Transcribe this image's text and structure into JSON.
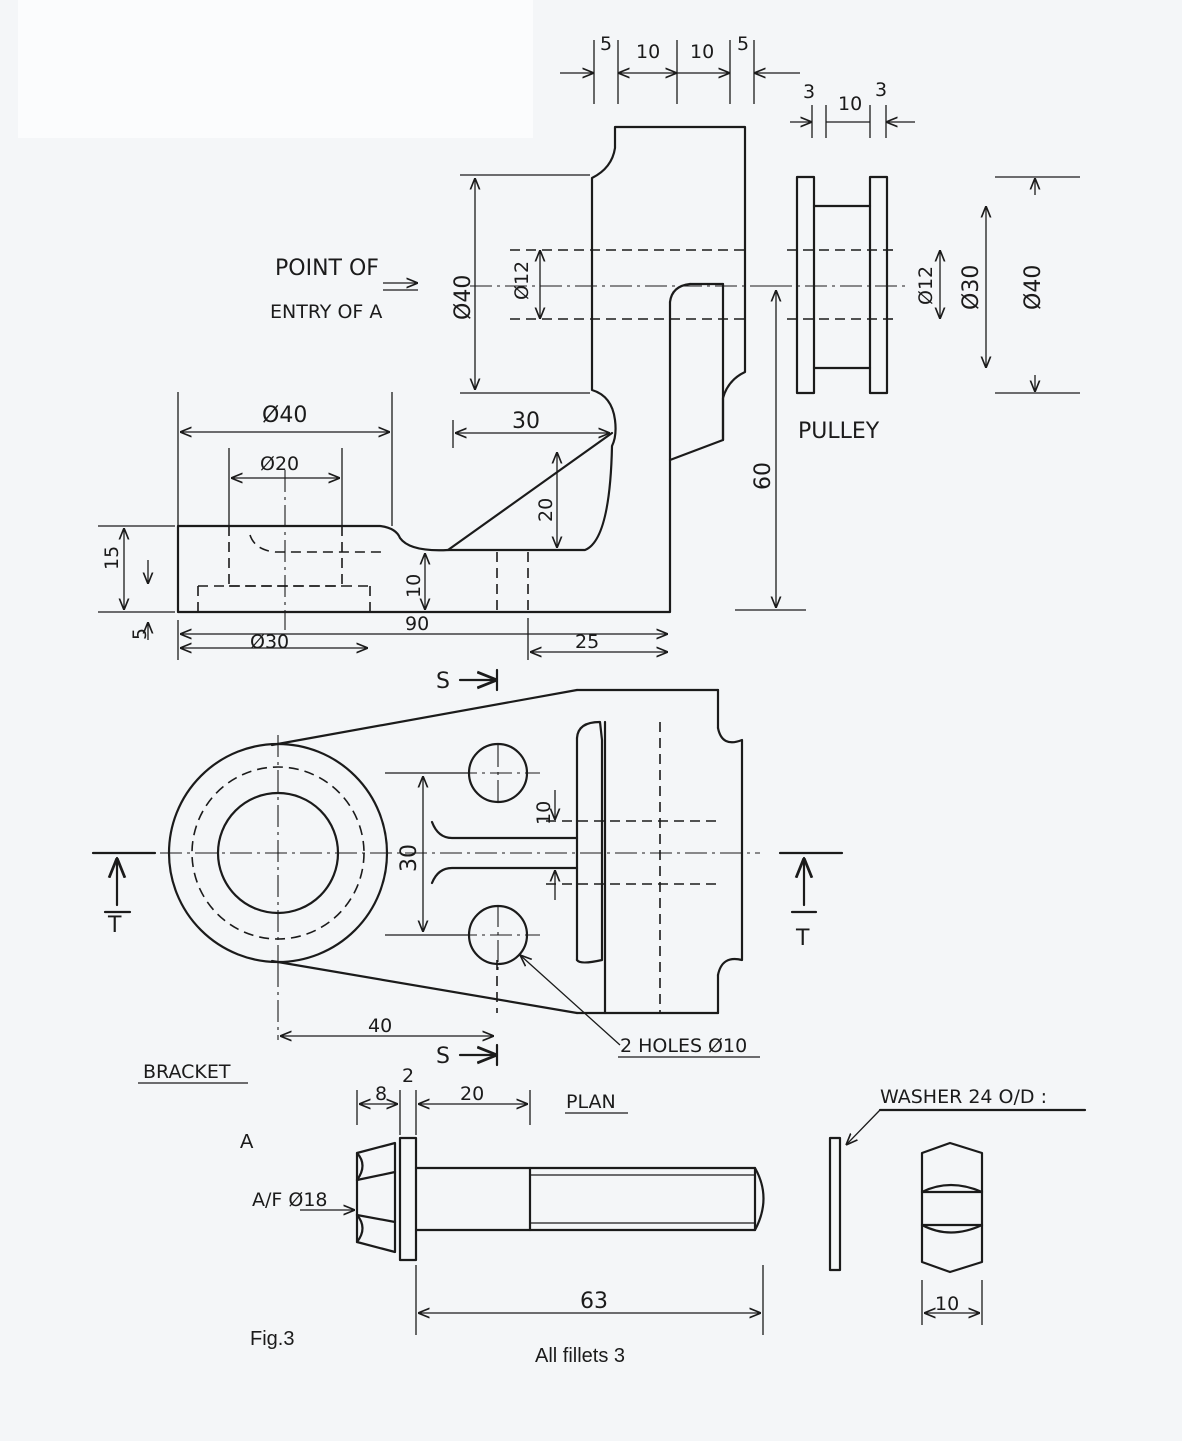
{
  "labels": {
    "point_of_entry_1": "POINT OF",
    "point_of_entry_2": "ENTRY OF A",
    "pulley": "PULLEY",
    "bracket": "BRACKET",
    "plan": "PLAN",
    "washer": "WASHER 24 O/D :",
    "holes": "2 HOLES Ø10",
    "part_a": "A",
    "af": "A/F Ø18",
    "fig": "Fig.3",
    "fillets": "All fillets 3",
    "section_s_top": "S",
    "section_s_bottom": "S",
    "section_t_left": "T",
    "section_t_right": "T"
  },
  "dimensions": {
    "top_5a": "5",
    "top_10a": "10",
    "top_10b": "10",
    "top_5b": "5",
    "pulley_3a": "3",
    "pulley_10": "10",
    "pulley_3b": "3",
    "d40_left": "Ø40",
    "d12_left": "Ø12",
    "pulley_d12": "Ø12",
    "pulley_d30": "Ø30",
    "pulley_d40": "Ø40",
    "base_d40": "Ø40",
    "base_d20": "Ø20",
    "dim_30": "30",
    "dim_20": "20",
    "dim_60": "60",
    "dim_15": "15",
    "dim_10": "10",
    "dim_5": "5",
    "dim_90": "90",
    "base_d30": "Ø30",
    "dim_25": "25",
    "plan_10": "10",
    "plan_30": "30",
    "plan_40": "40",
    "bolt_8": "8",
    "bolt_2": "2",
    "bolt_20": "20",
    "bolt_63": "63",
    "nut_10": "10"
  }
}
